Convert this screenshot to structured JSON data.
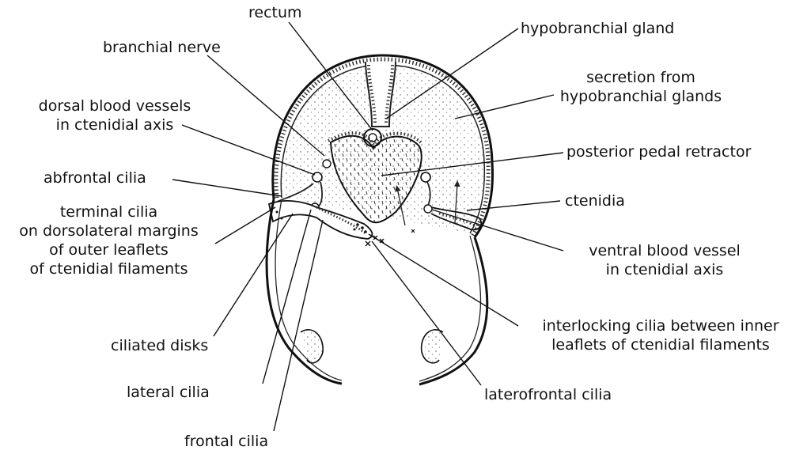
{
  "labels": {
    "rectum": "rectum",
    "hypobranchial_gland": "hypobranchial gland",
    "branchial_nerve": "branchial nerve",
    "secretion": [
      "secretion from",
      "hypobranchial glands"
    ],
    "dorsal_blood_vessels": [
      "dorsal blood vessels",
      "in ctenidial axis"
    ],
    "posterior_pedal_retractor": "posterior pedal retractor",
    "abfrontal_cilia": "abfrontal cilia",
    "ctenidia": "ctenidia",
    "terminal_cilia": [
      "terminal cilia",
      "on dorsolateral margins",
      "of outer leaflets",
      "of ctenidial filaments"
    ],
    "ventral_blood_vessel": [
      "ventral blood vessel",
      "in ctenidial axis"
    ],
    "interlocking_cilia": [
      "interlocking cilia between inner",
      "leaflets of ctenidial filaments"
    ],
    "ciliated_disks": "ciliated disks",
    "lateral_cilia": "lateral cilia",
    "laterofrontal_cilia": "laterofrontal cilia",
    "frontal_cilia": "frontal cilia"
  }
}
